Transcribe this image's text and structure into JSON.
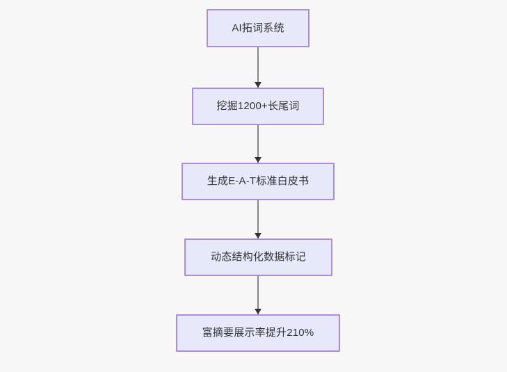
{
  "diagram": {
    "type": "flowchart",
    "direction": "top-to-bottom",
    "background_color": "#f7f7f8",
    "node_fill_color": "#e8e8fb",
    "node_border_color": "#a98ed6",
    "node_text_color": "#333333",
    "edge_line_color": "#888888",
    "edge_arrow_color": "#333333",
    "nodes": [
      {
        "id": "n0",
        "label": "AI拓词系统"
      },
      {
        "id": "n1",
        "label": "挖掘1200+长尾词"
      },
      {
        "id": "n2",
        "label": "生成E-A-T标准白皮书"
      },
      {
        "id": "n3",
        "label": "动态结构化数据标记"
      },
      {
        "id": "n4",
        "label": "富摘要展示率提升210%"
      }
    ],
    "edges": [
      {
        "id": "e0",
        "from": "n0",
        "to": "n1",
        "arrow": "arrow-down-icon",
        "label": ""
      },
      {
        "id": "e1",
        "from": "n1",
        "to": "n2",
        "arrow": "arrow-down-icon",
        "label": ""
      },
      {
        "id": "e2",
        "from": "n2",
        "to": "n3",
        "arrow": "arrow-down-icon",
        "label": ""
      },
      {
        "id": "e3",
        "from": "n3",
        "to": "n4",
        "arrow": "arrow-down-icon",
        "label": ""
      }
    ]
  }
}
